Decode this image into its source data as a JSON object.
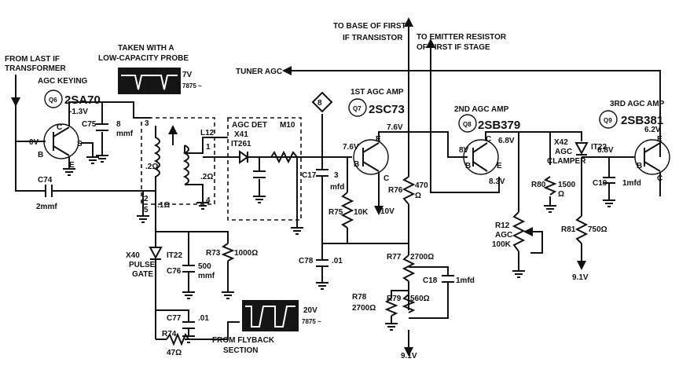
{
  "labels": {
    "from_last_if": "FROM LAST IF",
    "transformer": "TRANSFORMER",
    "agc_keying": "AGC KEYING",
    "taken_with": "TAKEN WITH A",
    "low_cap_probe": "LOW-CAPACITY PROBE",
    "to_base": "TO BASE OF FIRST",
    "if_transistor": "IF TRANSISTOR",
    "to_emitter": "TO EMITTER RESISTOR",
    "of_first_if": "OF FIRST IF STAGE",
    "tuner_agc": "TUNER AGC",
    "first_agc_amp": "1ST AGC AMP",
    "second_agc_amp": "2ND AGC AMP",
    "third_agc_amp": "3RD AGC AMP",
    "agc_det": "AGC DET",
    "pulse_gate": "PULSE",
    "gate": "GATE",
    "from_flyback": "FROM FLYBACK",
    "section": "SECTION",
    "agc": "AGC",
    "clamper": "CLAMPER",
    "agc2": "AGC",
    "agc_100k": "100K"
  },
  "transistors": {
    "q6": {
      "id": "Q6",
      "part": "2SA70",
      "bias": "-1.3V"
    },
    "q7": {
      "id": "Q7",
      "part": "2SC73"
    },
    "q8": {
      "id": "Q8",
      "part": "2SB379"
    },
    "q9": {
      "id": "Q9",
      "part": "2SB381"
    }
  },
  "scope1": {
    "volts": "7V",
    "freq": "7875 ~"
  },
  "scope2": {
    "volts": "20V",
    "freq": "7875 ~"
  },
  "voltages": {
    "q6_base": "0V",
    "q7_base": "7.6V",
    "q7_collector": "7.6V",
    "q7_emitter_supply": "10V",
    "q8_base": "8V",
    "q8_collector": "6.8V",
    "q8_emitter": "8.3V",
    "q9_base": "6.8V",
    "q9_collector": "6.2V",
    "supply_bottom": "9.1V",
    "supply_right": "9.1V"
  },
  "components": {
    "c75": "C75",
    "c75_val": "8",
    "c75_unit": "mmf",
    "c74": "C74",
    "c74_val": "2mmf",
    "l12": "L12",
    "x41": "X41",
    "x41_part": "IT261",
    "m10": "M10",
    "c17": "C17",
    "c17_val": "3",
    "c17_unit": "mfd",
    "r75": "R75",
    "r75_val": "10K",
    "r76": "R76",
    "r76_val": "470",
    "r76_unit": "Ω",
    "c78": "C78",
    "c78_val": ".01",
    "r77": "R77",
    "r77_val": "2700Ω",
    "c18": "C18",
    "c18_val": "1mfd",
    "r78": "R78",
    "r78_val": "2700Ω",
    "r79": "R79",
    "r79_val": "560Ω",
    "x40": "X40",
    "x40_part": "IT22",
    "r73": "R73",
    "r73_val": "1000Ω",
    "c76": "C76",
    "c76_val": "500",
    "c76_unit": "mmf",
    "c77": "C77",
    "c77_val": ".01",
    "r74": "R74",
    "r74_val": "47Ω",
    "r80": "R80",
    "r80_val": "1500",
    "r80_unit": "Ω",
    "r12": "R12",
    "r81": "R81",
    "r81_val": "750Ω",
    "x42": "X42",
    "x42_part": "IT22",
    "c19": "C19",
    "c19_val": "1mfd"
  },
  "pins": {
    "p3": "3",
    "p1": "1",
    "p2": "2",
    "p5": "5",
    "p4": "4",
    "r_a": ".2Ω",
    "r_b": ".2Ω",
    "r_c": ".1Ω",
    "node8": "8"
  },
  "terminals": {
    "q6_b": "B",
    "q6_c": "C",
    "q6_e": "E",
    "q6_s": "S",
    "q7_b": "B",
    "q7_c": "C",
    "q7_e": "E",
    "q8_b": "B",
    "q8_c": "C",
    "q8_e": "E",
    "q9_b": "B",
    "q9_c": "C",
    "q9_e": "E"
  }
}
